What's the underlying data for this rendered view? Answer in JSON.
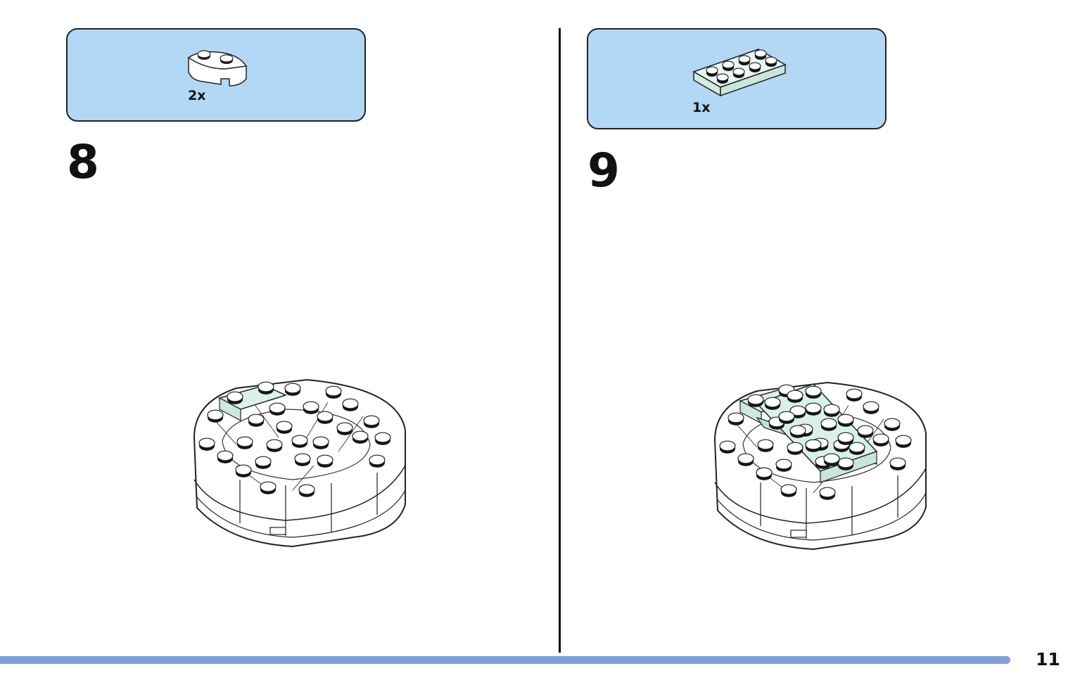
{
  "steps": [
    {
      "number": "8",
      "part_quantity": "2x",
      "part_icon": "white-round-corner-brick-icon",
      "part_color": "#ffffff"
    },
    {
      "number": "9",
      "part_quantity": "1x",
      "part_icon": "mint-2x4-plate-icon",
      "part_color": "#d8f1ea"
    }
  ],
  "page_number": "11",
  "colors": {
    "callout_background": "#b3d8f5",
    "progress_bar": "#7f9fd8",
    "mint_plate": "#d8f1ea",
    "brick_white": "#ffffff"
  }
}
